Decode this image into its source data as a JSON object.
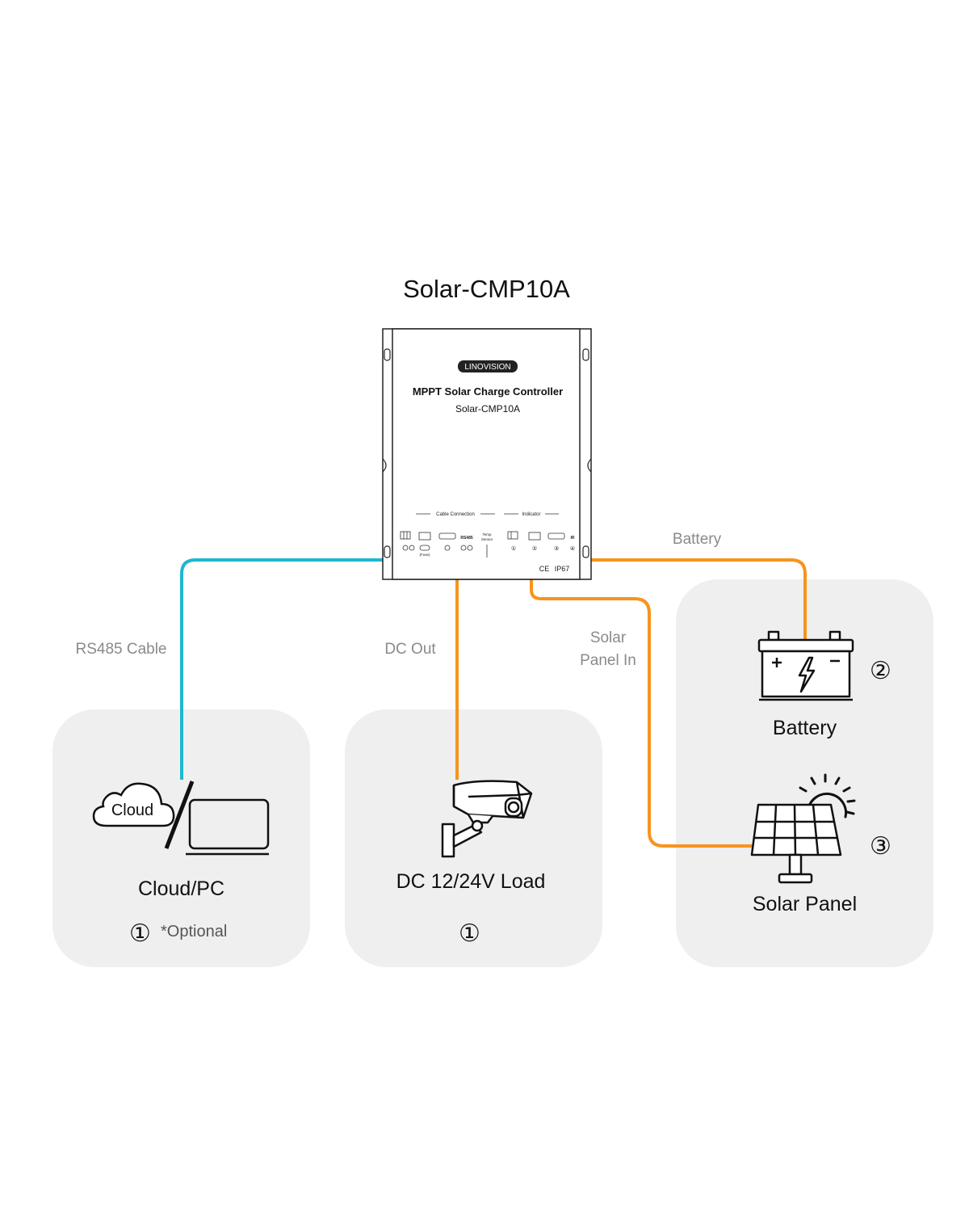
{
  "title": "Solar-CMP10A",
  "controller": {
    "brand": "LINOVISION",
    "product": "MPPT Solar Charge Controller",
    "model": "Solar-CMP10A",
    "cable_section": "Cable Connection",
    "indicator_section": "Indicator",
    "fuse": "(Fuse)",
    "rs485": "RS485",
    "temp_sensor_1": "Temp",
    "temp_sensor_2": "Sensor",
    "ir": "IR",
    "cert": "CE",
    "ip": "IP67",
    "ind_1": "①",
    "ind_2": "②",
    "ind_3": "③",
    "ind_4": "④"
  },
  "wires": {
    "rs485": {
      "label": "RS485 Cable",
      "color": "#1db8d0"
    },
    "dc_out": {
      "label": "DC Out",
      "color": "#f7941d"
    },
    "solar_in_1": "Solar",
    "solar_in_2": "Panel In",
    "battery": "Battery"
  },
  "nodes": {
    "cloud_pc": {
      "label": "Cloud/PC",
      "icon_text": "Cloud",
      "number": "①",
      "note": "*Optional"
    },
    "load": {
      "label": "DC 12/24V Load",
      "number": "①"
    },
    "battery": {
      "label": "Battery",
      "number": "②"
    },
    "solar": {
      "label": "Solar Panel",
      "number": "③"
    }
  },
  "icons": [
    "cloud-icon",
    "laptop-icon",
    "security-camera-icon",
    "battery-icon",
    "solar-panel-icon",
    "sun-icon"
  ]
}
